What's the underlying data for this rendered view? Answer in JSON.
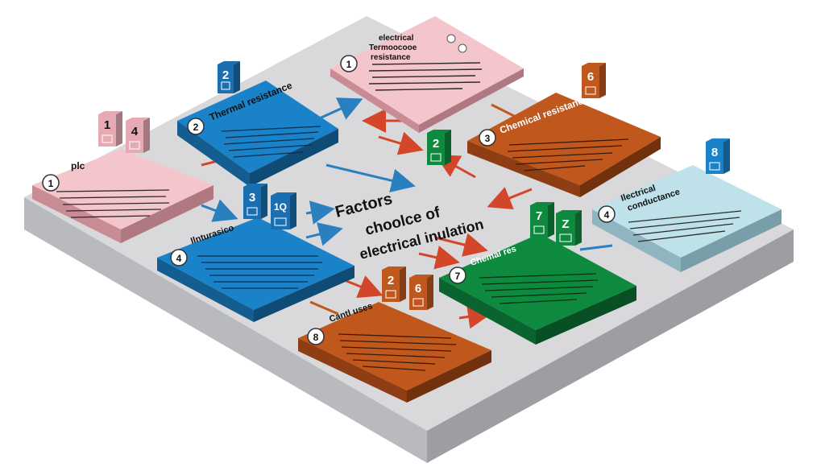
{
  "center_title": {
    "line1": "Factors",
    "line2": "choolce of",
    "line3": "electrical inulation"
  },
  "cards": [
    {
      "badge": "1",
      "title": "electrical\nTermoocooe\nresistance",
      "color": "#f4c6cc"
    },
    {
      "badge": "2",
      "title": "Thermal resistance",
      "color": "#1a82c8"
    },
    {
      "badge": "3",
      "title": "Chemical resistance",
      "color": "#c0571d"
    },
    {
      "badge": "1",
      "title": "plc",
      "color": "#f4c6cc"
    },
    {
      "badge": "4",
      "title": "Ilnturasico",
      "color": "#1a82c8"
    },
    {
      "badge": "4",
      "title": "Ilectrical\nconductance",
      "color": "#bfe2ea"
    },
    {
      "badge": "7",
      "title": "Chemal res",
      "color": "#0e8a3f"
    },
    {
      "badge": "8",
      "title": "Cantl uses",
      "color": "#c0571d"
    }
  ],
  "boxes": [
    {
      "label": "2",
      "color": "#1a6fb0"
    },
    {
      "label": "1",
      "color": "#e7aab2"
    },
    {
      "label": "4",
      "color": "#e7aab2"
    },
    {
      "label": "2",
      "color": "#0e8a3f"
    },
    {
      "label": "6",
      "color": "#c0571d"
    },
    {
      "label": "3",
      "color": "#1a6fb0"
    },
    {
      "label": "1Q",
      "color": "#1a6fb0"
    },
    {
      "label": "7",
      "color": "#0e8a3f"
    },
    {
      "label": "Z",
      "color": "#0e8a3f"
    },
    {
      "label": "2",
      "color": "#c0571d"
    },
    {
      "label": "6",
      "color": "#c0571d"
    },
    {
      "label": "8",
      "color": "#1a82c8"
    }
  ]
}
